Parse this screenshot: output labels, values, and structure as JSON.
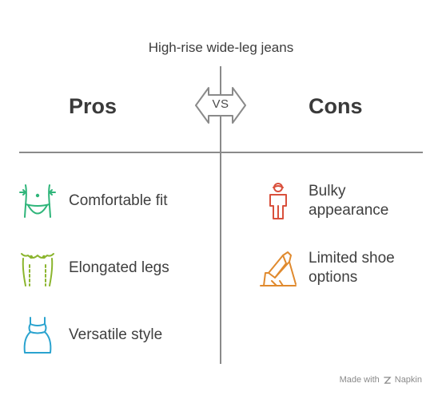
{
  "title": "High-rise wide-leg jeans",
  "vs_label": "VS",
  "pros": {
    "heading": "Pros",
    "items": [
      {
        "label": "Comfortable fit",
        "icon": "waist-icon",
        "color": "#2fb57a"
      },
      {
        "label": "Elongated legs",
        "icon": "torso-legs-icon",
        "color": "#8bb52e"
      },
      {
        "label": "Versatile style",
        "icon": "dress-icon",
        "color": "#2aa3cf"
      }
    ]
  },
  "cons": {
    "heading": "Cons",
    "items": [
      {
        "label": "Bulky appearance",
        "icon": "person-icon",
        "color": "#d9503c"
      },
      {
        "label": "Limited shoe options",
        "icon": "high-heel-shoe-icon",
        "color": "#e08a2e"
      }
    ]
  },
  "footer": {
    "made_with": "Made with",
    "brand": "Napkin"
  }
}
